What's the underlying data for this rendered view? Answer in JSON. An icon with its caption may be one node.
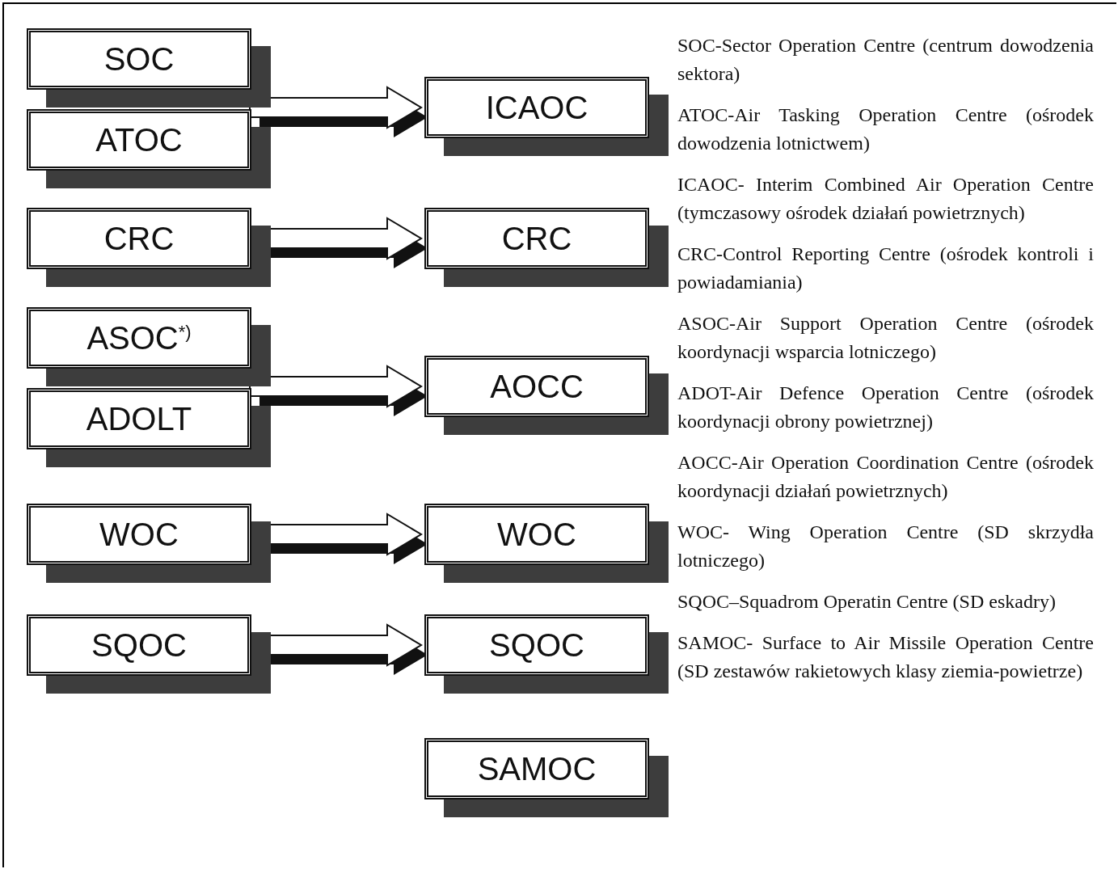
{
  "diagram": {
    "nodes": [
      {
        "text": [
          "SOC"
        ]
      },
      {
        "text": [
          "ATOC"
        ]
      },
      {
        "text": [
          "CRC"
        ]
      },
      {
        "text": [
          "ASOC$^{*)}$"
        ]
      },
      {
        "text": [
          "ADOLT"
        ]
      },
      {
        "text": [
          "WOC"
        ]
      },
      {
        "text": [
          "SQOC"
        ]
      },
      {
        "text": [
          "ICAOC"
        ]
      },
      {
        "text": [
          "CRC"
        ]
      },
      {
        "text": [
          "AOCC"
        ]
      },
      {
        "text": [
          "WOC"
        ]
      },
      {
        "text": [
          "SQOC"
        ]
      },
      {
        "text": [
          "SAMOC"
        ]
      }
    ],
    "edges": [
      {
        "from": 0,
        "to": 7,
        "arrow": "to"
      },
      {
        "from": 1,
        "to": 7,
        "arrow": "to"
      },
      {
        "from": 2,
        "to": 8,
        "arrow": "to"
      },
      {
        "from": 3,
        "to": 9,
        "arrow": "to"
      },
      {
        "from": 4,
        "to": 9,
        "arrow": "to"
      },
      {
        "from": 5,
        "to": 10,
        "arrow": "to"
      },
      {
        "from": 6,
        "to": 11,
        "arrow": "to"
      }
    ],
    "labels": [
      "SOC-Sector Operation Centre (centrum dowodzenia sektora)",
      "ATOC-Air Tasking Operation Centre (ośrodek dowodzenia lotnictwem)",
      "ICAOC- Interim Combined Air Operation Centre (tymczasowy ośrodek działań powietrznych)",
      "CRC-Control Reporting Centre (ośrodek kontroli i powiadamiania)",
      "ASOC-Air Support Operation Centre (ośrodek koordynacji wsparcia lotniczego)",
      "ADOT-Air Defence Operation Centre (ośrodek koordynacji obrony powietrznej)",
      "AOCC-Air Operation Coordination Centre (ośrodek koordynacji działań powietrznych)",
      "WOC- Wing Operation Centre (SD skrzydła lotniczego)",
      "SQOC–Squadrom Operatin Centre (SD eskadry)",
      "SAMOC- Surface to Air Missile Operation Centre (SD zestawów rakietowych klasy ziemia-powietrze)"
    ]
  }
}
